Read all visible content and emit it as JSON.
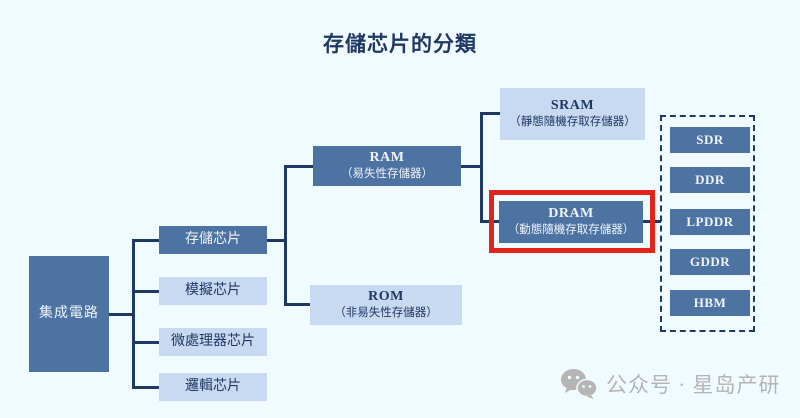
{
  "title": "存儲芯片的分類",
  "colors": {
    "background": "#effbfe",
    "primary_box": "#4d73a3",
    "light_box": "#c8daf2",
    "line_navy": "#1f3864",
    "highlight_red": "#e2231a",
    "watermark_gray": "#b5b5b5"
  },
  "tree": {
    "root": {
      "label": "集成電路"
    },
    "level2": [
      {
        "label": "存儲芯片"
      },
      {
        "label": "模擬芯片"
      },
      {
        "label": "微處理器芯片"
      },
      {
        "label": "邏輯芯片"
      }
    ],
    "ram": {
      "name": "RAM",
      "desc": "（易失性存儲器）"
    },
    "rom": {
      "name": "ROM",
      "desc": "（非易失性存儲器）"
    },
    "sram": {
      "name": "SRAM",
      "desc": "（靜態隨機存取存儲器）"
    },
    "dram": {
      "name": "DRAM",
      "desc": "（動態隨機存取存儲器）",
      "highlighted": true
    },
    "dram_types": [
      "SDR",
      "DDR",
      "LPDDR",
      "GDDR",
      "HBM"
    ]
  },
  "watermark": {
    "icon": "wechat-icon",
    "text": "公众号 · 星岛产研"
  }
}
